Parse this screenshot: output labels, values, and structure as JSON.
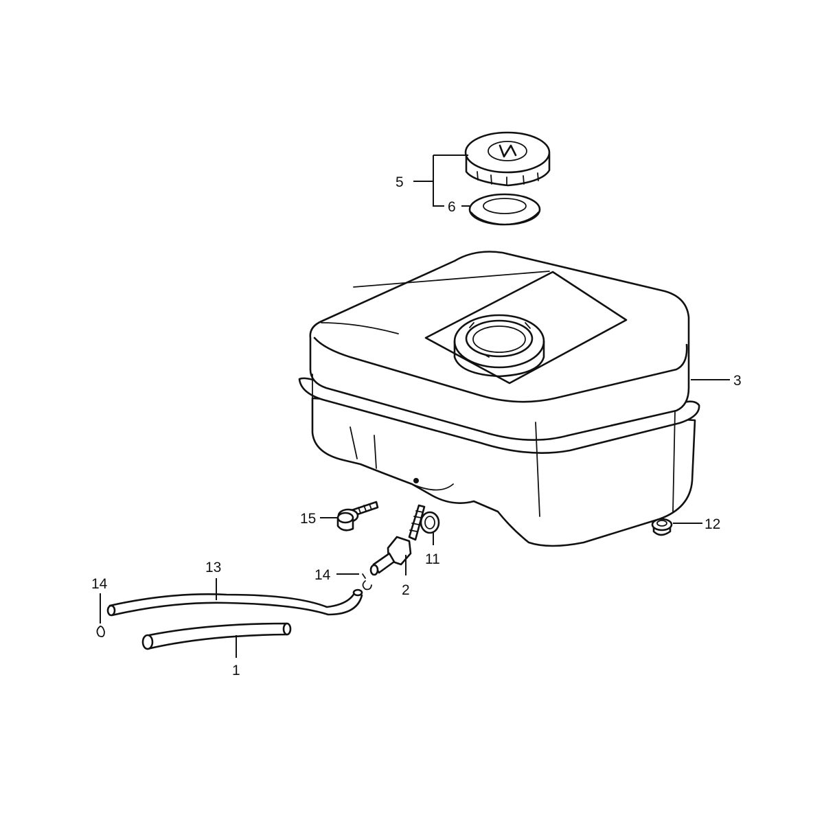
{
  "callouts": {
    "c1": "1",
    "c2": "2",
    "c3": "3",
    "c5": "5",
    "c6": "6",
    "c11": "11",
    "c12": "12",
    "c13": "13",
    "c14_left": "14",
    "c14_mid": "14",
    "c15": "15"
  },
  "parts": [
    {
      "id": "fuel-tank",
      "ref": "3"
    },
    {
      "id": "fuel-filler-cap",
      "ref": "5"
    },
    {
      "id": "cap-gasket",
      "ref": "6"
    },
    {
      "id": "fuel-valve",
      "ref": "2"
    },
    {
      "id": "valve-washer",
      "ref": "11"
    },
    {
      "id": "drain-plug",
      "ref": "12"
    },
    {
      "id": "tank-bolt",
      "ref": "15"
    },
    {
      "id": "fuel-hose",
      "ref": "13"
    },
    {
      "id": "loose-hose",
      "ref": "1"
    },
    {
      "id": "hose-clip",
      "ref": "14"
    }
  ]
}
